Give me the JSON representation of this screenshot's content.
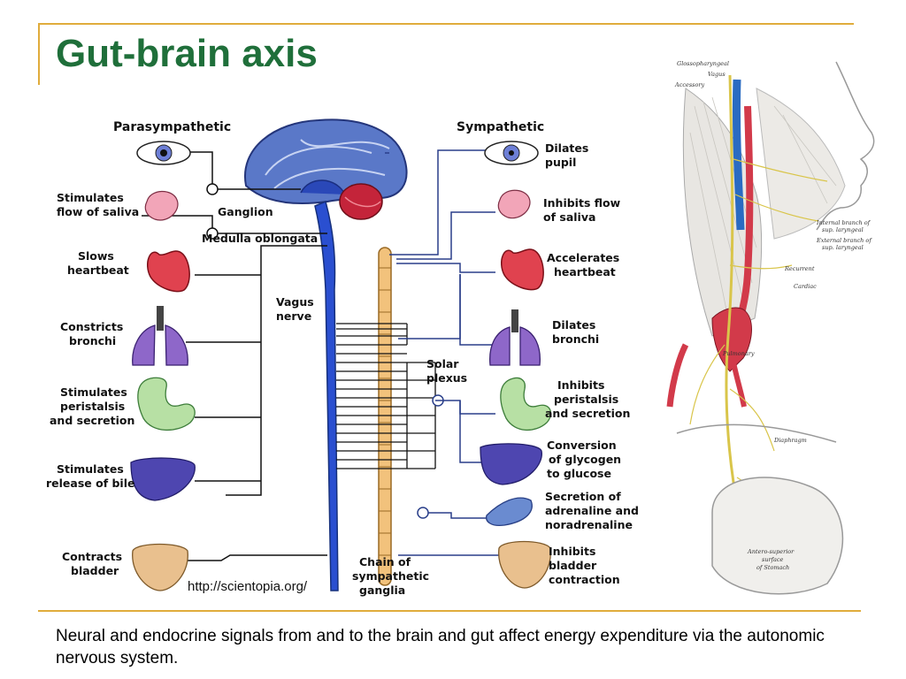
{
  "slide": {
    "title": "Gut-brain axis",
    "caption": "Neural and endocrine signals from and to the brain and gut affect energy expenditure via the autonomic nervous system.",
    "accent_color": "#e0ac3c",
    "title_color": "#1f6f3a"
  },
  "diagram": {
    "parasympathetic_header": "Parasympathetic",
    "sympathetic_header": "Sympathetic",
    "ganglion": "Ganglion",
    "medulla": "Medulla oblongata",
    "vagus": [
      "Vagus",
      "nerve"
    ],
    "solar_plexus": [
      "Solar",
      "plexus"
    ],
    "chain": [
      "Chain of",
      "sympathetic",
      "ganglia"
    ],
    "source_url": "http://scientopia.org/",
    "parasympathetic_effects": [
      [
        "Stimulates",
        "flow of saliva"
      ],
      [
        "Slows",
        "heartbeat"
      ],
      [
        "Constricts",
        "bronchi"
      ],
      [
        "Stimulates",
        "peristalsis",
        "and secretion"
      ],
      [
        "Stimulates",
        "release of bile"
      ],
      [
        "Contracts",
        "bladder"
      ]
    ],
    "sympathetic_effects": [
      [
        "Dilates",
        "pupil"
      ],
      [
        "Inhibits flow",
        "of saliva"
      ],
      [
        "Accelerates",
        "heartbeat"
      ],
      [
        "Dilates",
        "bronchi"
      ],
      [
        "Inhibits",
        "peristalsis",
        "and secretion"
      ],
      [
        "Conversion",
        "of glycogen",
        "to glucose"
      ],
      [
        "Secretion of",
        "adrenaline and",
        "noradrenaline"
      ],
      [
        "Inhibits",
        "bladder",
        "contraction"
      ]
    ]
  },
  "anatomy": {
    "labels": [
      "Glossopharyngeal",
      "Vagus",
      "Accessory",
      "Internal branch of",
      "sup. laryngeal",
      "External branch of",
      "sup. laryngeal",
      "Recurrent",
      "Cardiac",
      "Pulmonary",
      "Diaphragm",
      "Antero-superior",
      "surface",
      "of Stomach"
    ]
  }
}
